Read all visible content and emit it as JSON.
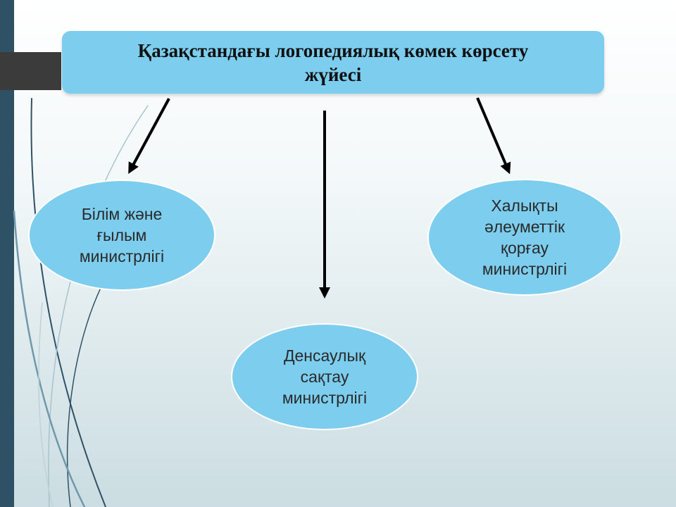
{
  "title": "Қазақстандағы логопедиялық көмек көрсету\nжүйесі",
  "nodes": {
    "education": "Білім және\nғылым\nминистрлігі",
    "health": "Денсаулық\nсақтау\nминистрлігі",
    "social": "Халықты\nәлеуметтік\nқорғау\nминистрлігі"
  },
  "colors": {
    "node_fill": "#7ccdee",
    "side_bar": "#2f5166",
    "arrow": "#000000"
  }
}
